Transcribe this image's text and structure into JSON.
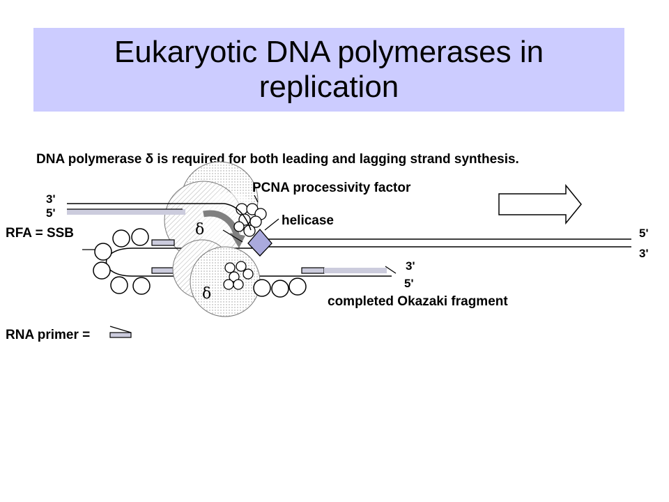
{
  "slide": {
    "title": "Eukaryotic DNA polymerases in replication"
  },
  "diagram": {
    "caption": "DNA polymerase δ is required for both leading and lagging strand synthesis.",
    "labels": {
      "pcna": "PCNA processivity factor",
      "helicase": "helicase",
      "rfa": "RFA = SSB",
      "rna_primer": "RNA primer =",
      "okazaki": "completed Okazaki fragment",
      "delta_upper": "δ",
      "delta_lower": "δ"
    },
    "strand_ends": {
      "left_top": "3'",
      "left_bottom": "5'",
      "right_top": "5'",
      "right_bottom": "3'",
      "lagging_top": "3'",
      "lagging_bottom": "5'"
    },
    "colors": {
      "title_band": "#ccccff",
      "new_strand": "#ccccdd",
      "helicase": "#aaaadd",
      "arrow_curve": "#808080"
    }
  }
}
